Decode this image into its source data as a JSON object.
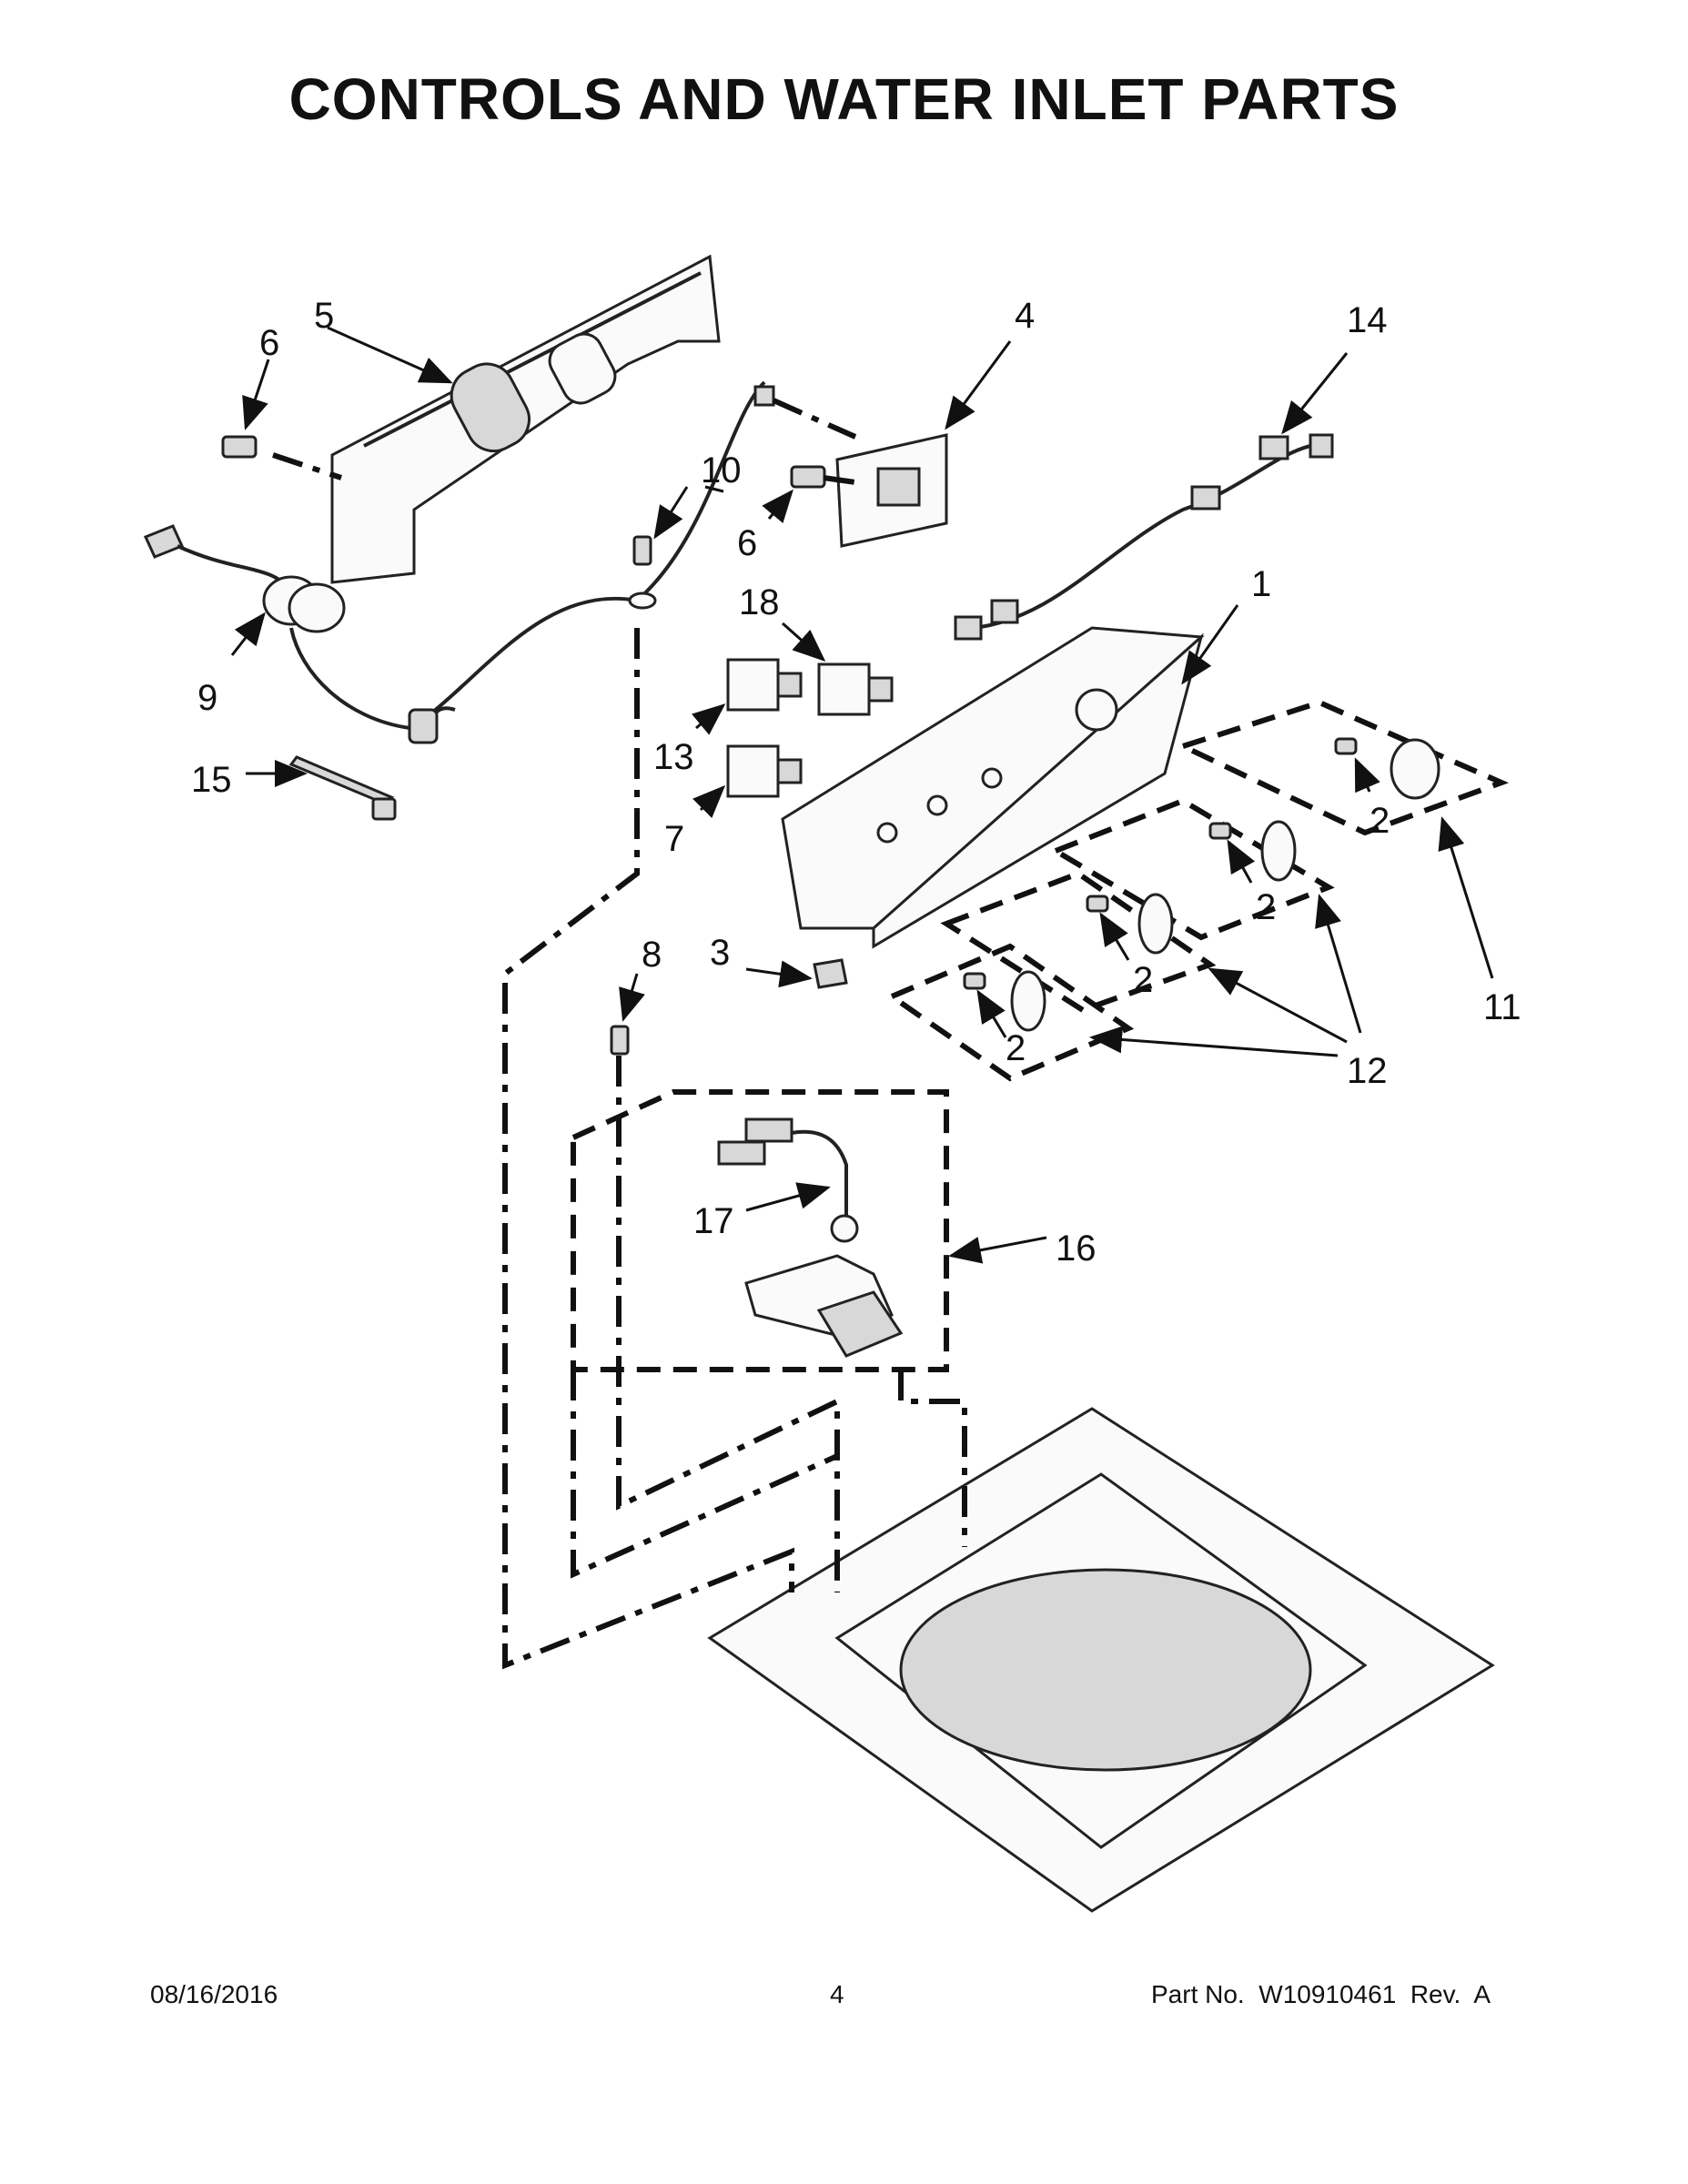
{
  "page": {
    "title": "CONTROLS AND WATER INLET PARTS"
  },
  "callouts": {
    "c1": "1",
    "c2a": "2",
    "c2b": "2",
    "c2c": "2",
    "c2d": "2",
    "c3": "3",
    "c4": "4",
    "c5": "5",
    "c6a": "6",
    "c6b": "6",
    "c7": "7",
    "c8": "8",
    "c9": "9",
    "c10": "10",
    "c11": "11",
    "c12": "12",
    "c13": "13",
    "c14": "14",
    "c15": "15",
    "c16": "16",
    "c17": "17",
    "c18": "18"
  },
  "footer": {
    "date": "08/16/2016",
    "page_number": "4",
    "part_no": "Part No.  W10910461  Rev.  A"
  }
}
